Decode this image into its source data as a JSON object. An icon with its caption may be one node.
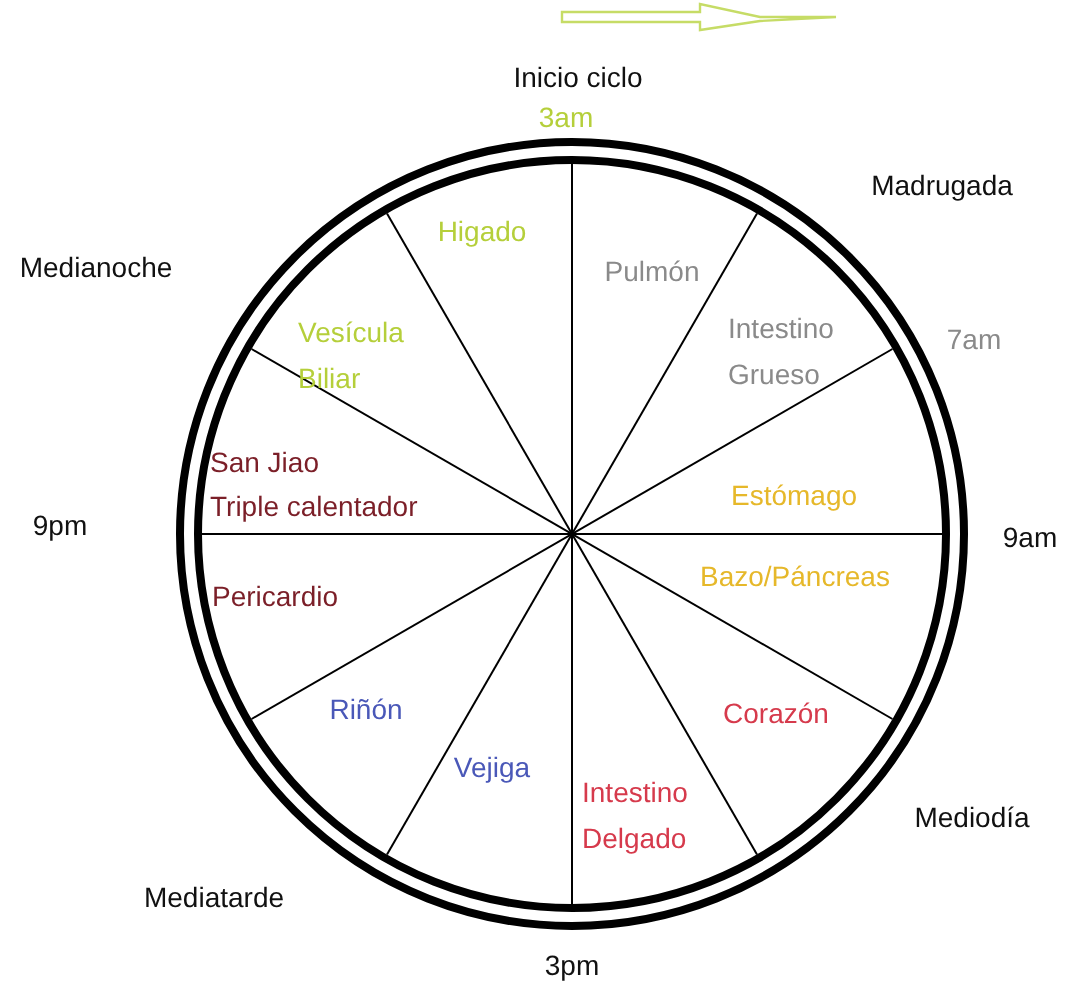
{
  "diagram": {
    "labels": [
      "Inicio ciclo",
      "3am",
      "Madrugada",
      "Higado",
      "Pulmón",
      "Medianoche",
      "Intestino Grueso",
      "7am",
      "Vesícula Biliar",
      "San Jiao",
      "Triple calentador",
      "Estómago",
      "9pm",
      "9am",
      "Pericardio",
      "Bazo/Páncreas",
      "Riñón",
      "Corazón",
      "Vejiga",
      "Intestino Delgado",
      "Mediodía",
      "Mediatarde",
      "3pm"
    ]
  }
}
